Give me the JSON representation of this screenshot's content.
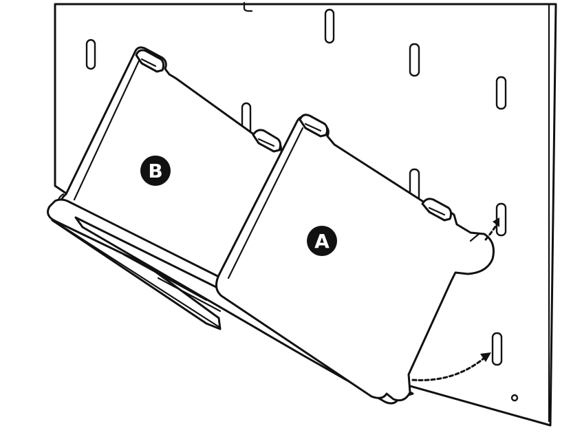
{
  "labels": {
    "part_a": "A",
    "part_b": "B"
  },
  "colors": {
    "line": "#111111",
    "background": "#ffffff",
    "badge_fill": "#111111",
    "badge_text": "#ffffff"
  },
  "icons": {
    "arrow_upper": "curved-dashed-arrow",
    "arrow_lower": "curved-dashed-arrow"
  }
}
